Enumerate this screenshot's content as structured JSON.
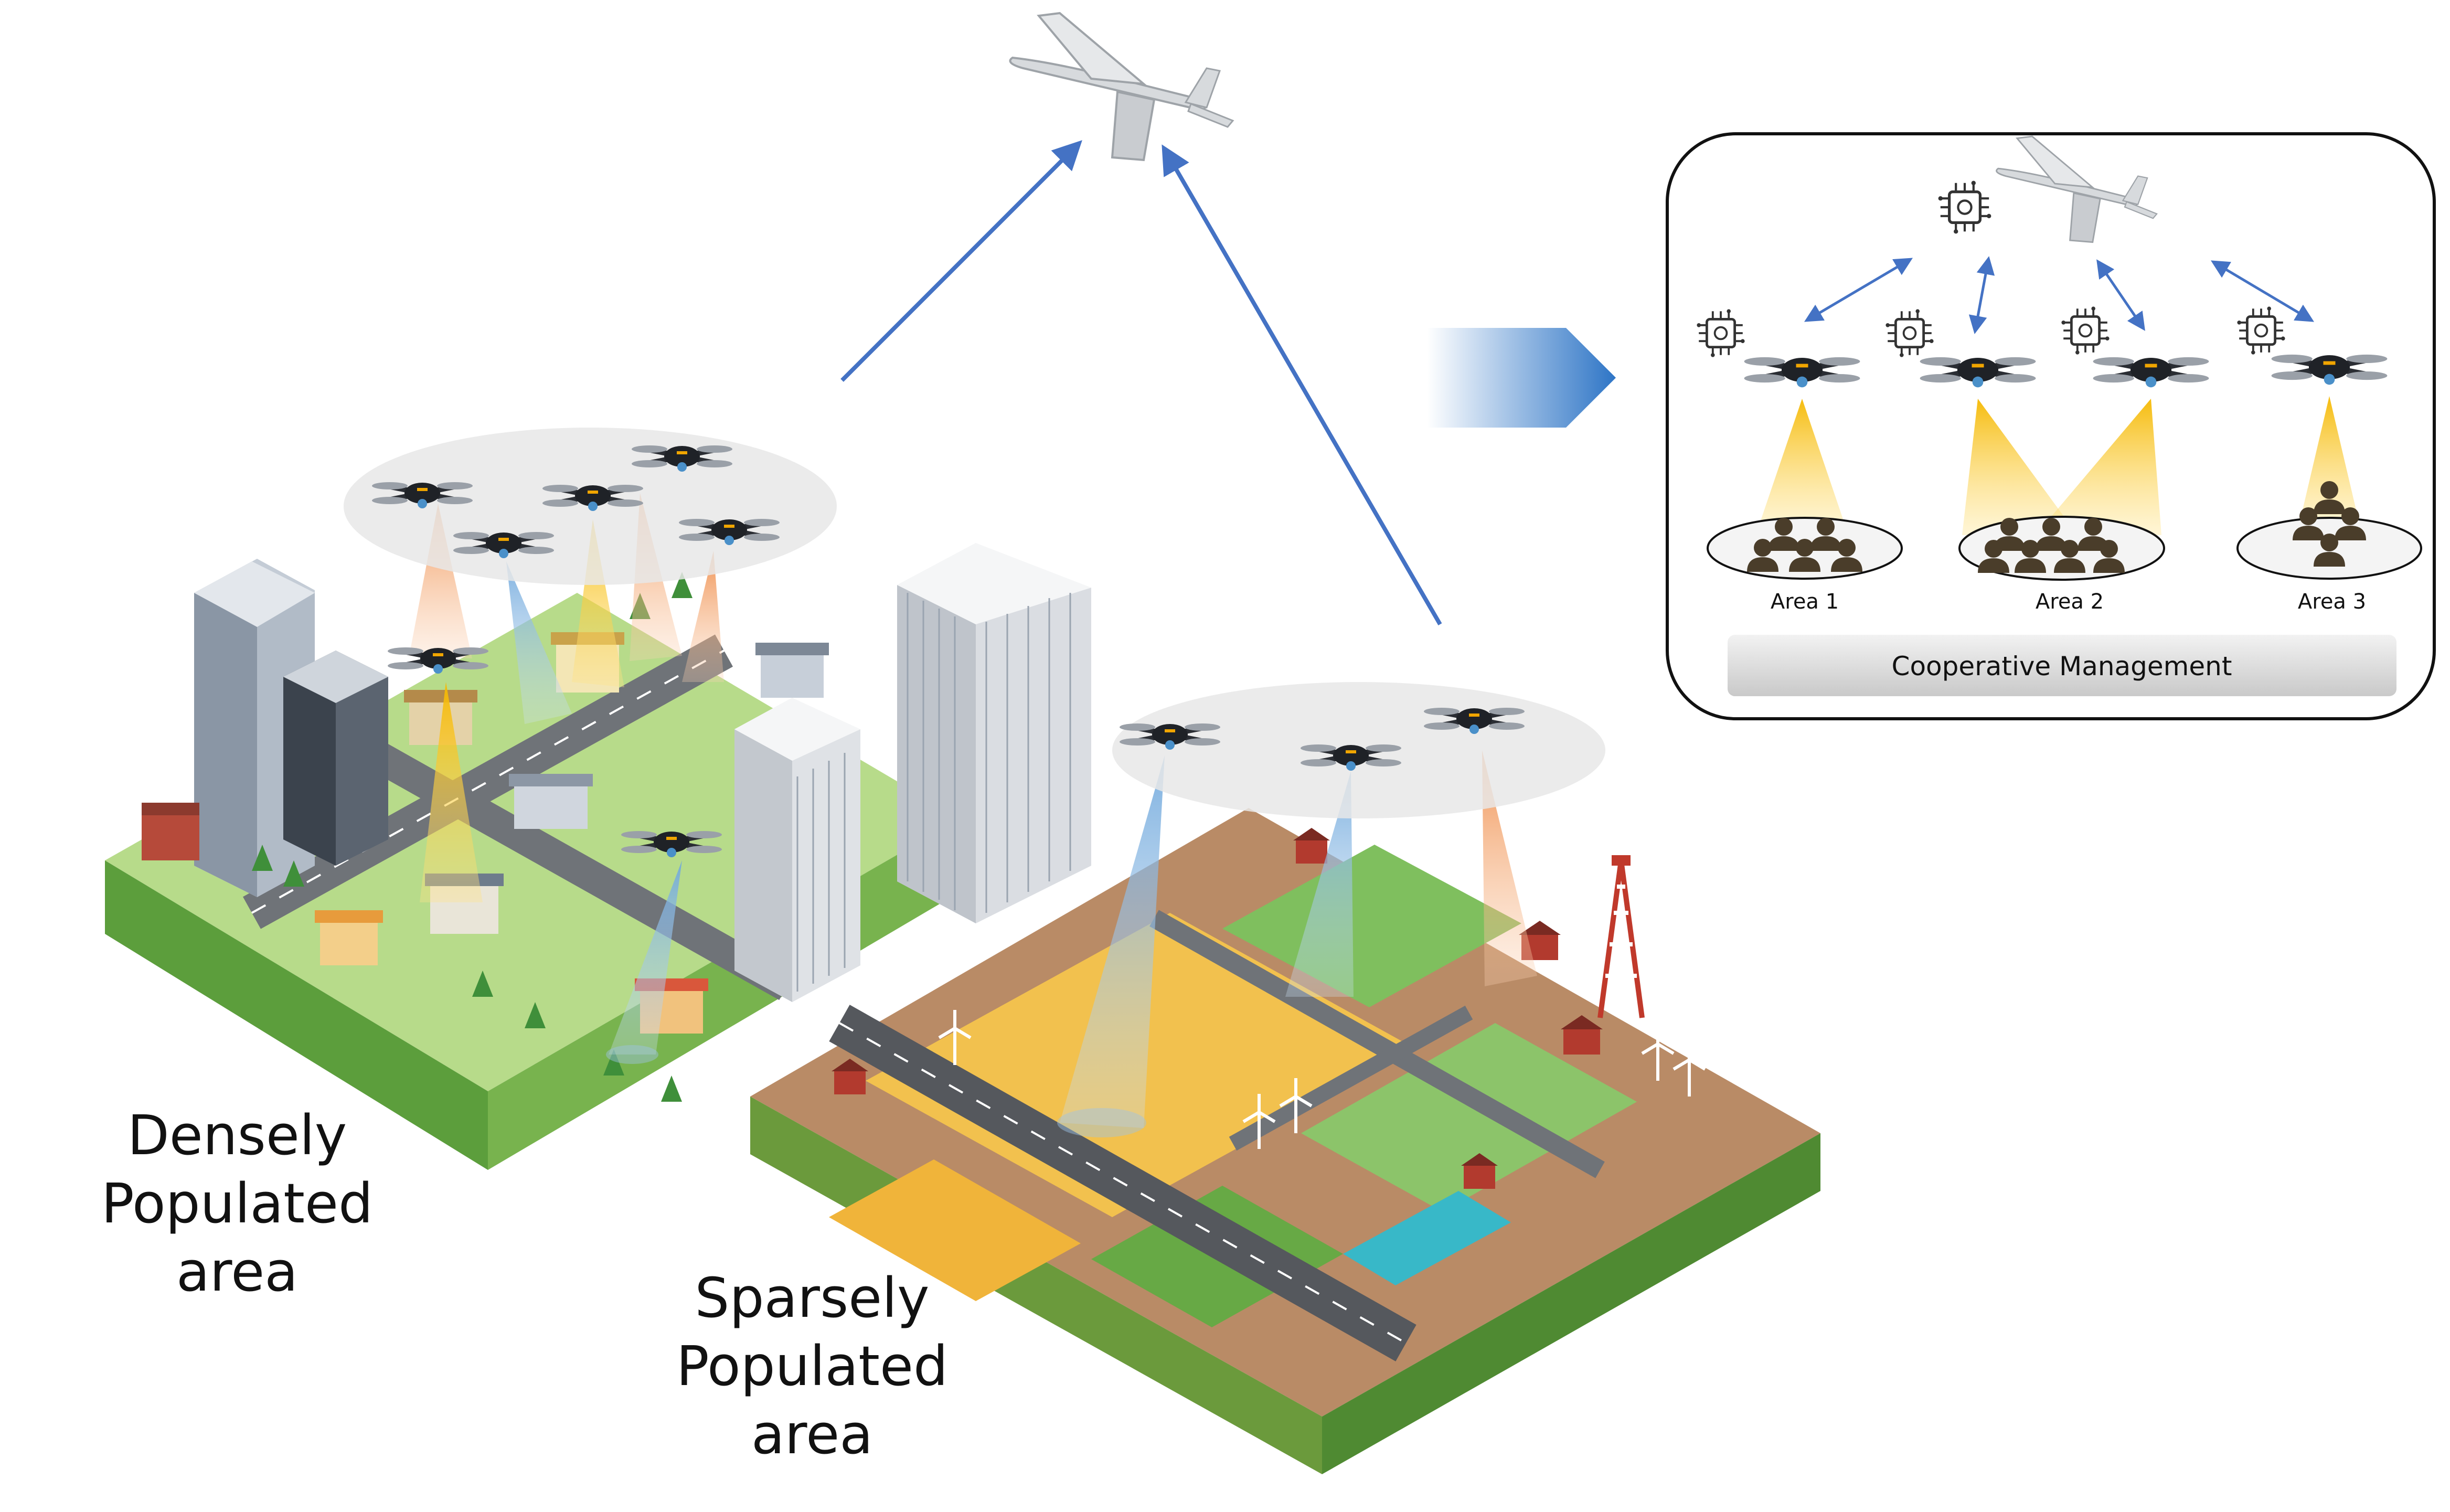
{
  "labels": {
    "dense": [
      "Densely",
      "Populated",
      "area"
    ],
    "sparse": [
      "Sparsely",
      "Populated",
      "area"
    ]
  },
  "inset": {
    "areas": [
      "Area 1",
      "Area 2",
      "Area 3"
    ],
    "management": "Cooperative Management"
  },
  "colors": {
    "arrow": "#4472c4",
    "beam_blue": "#9dc3e6",
    "beam_orange": "#f4b183",
    "beam_yellow": "#ffd966",
    "grass": "#a9d18e",
    "field": "#f2c14e",
    "soil": "#b08060",
    "building": "#d9dde2"
  },
  "icons": [
    "fixed-wing-uav-icon",
    "quadcopter-drone-icon",
    "ai-chip-icon",
    "crowd-icon",
    "transfer-arrow-icon",
    "wind-turbine-icon",
    "cell-tower-icon"
  ]
}
